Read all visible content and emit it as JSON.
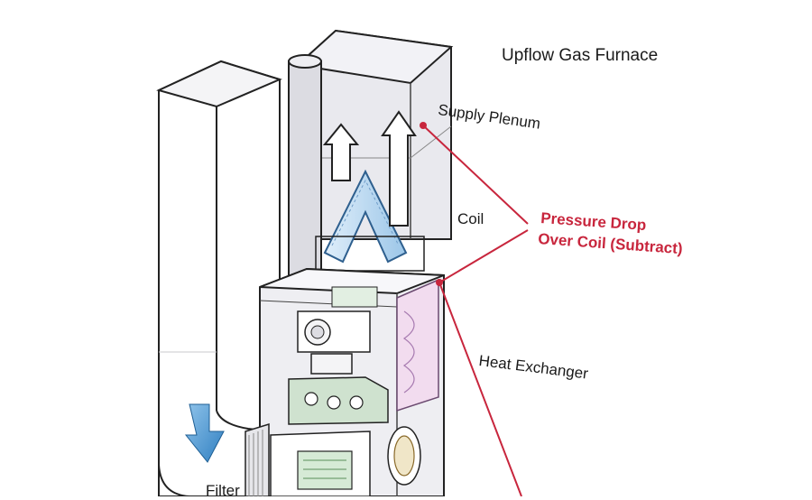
{
  "diagram": {
    "title": "Upflow Gas Furnace",
    "labels": {
      "supply_plenum": "Supply Plenum",
      "coil": "Coil",
      "heat_exchanger": "Heat Exchanger",
      "filter": "Filter"
    },
    "callout": {
      "line1": "Pressure Drop",
      "line2": "Over Coil (Subtract)",
      "color": "#c8263d"
    }
  }
}
